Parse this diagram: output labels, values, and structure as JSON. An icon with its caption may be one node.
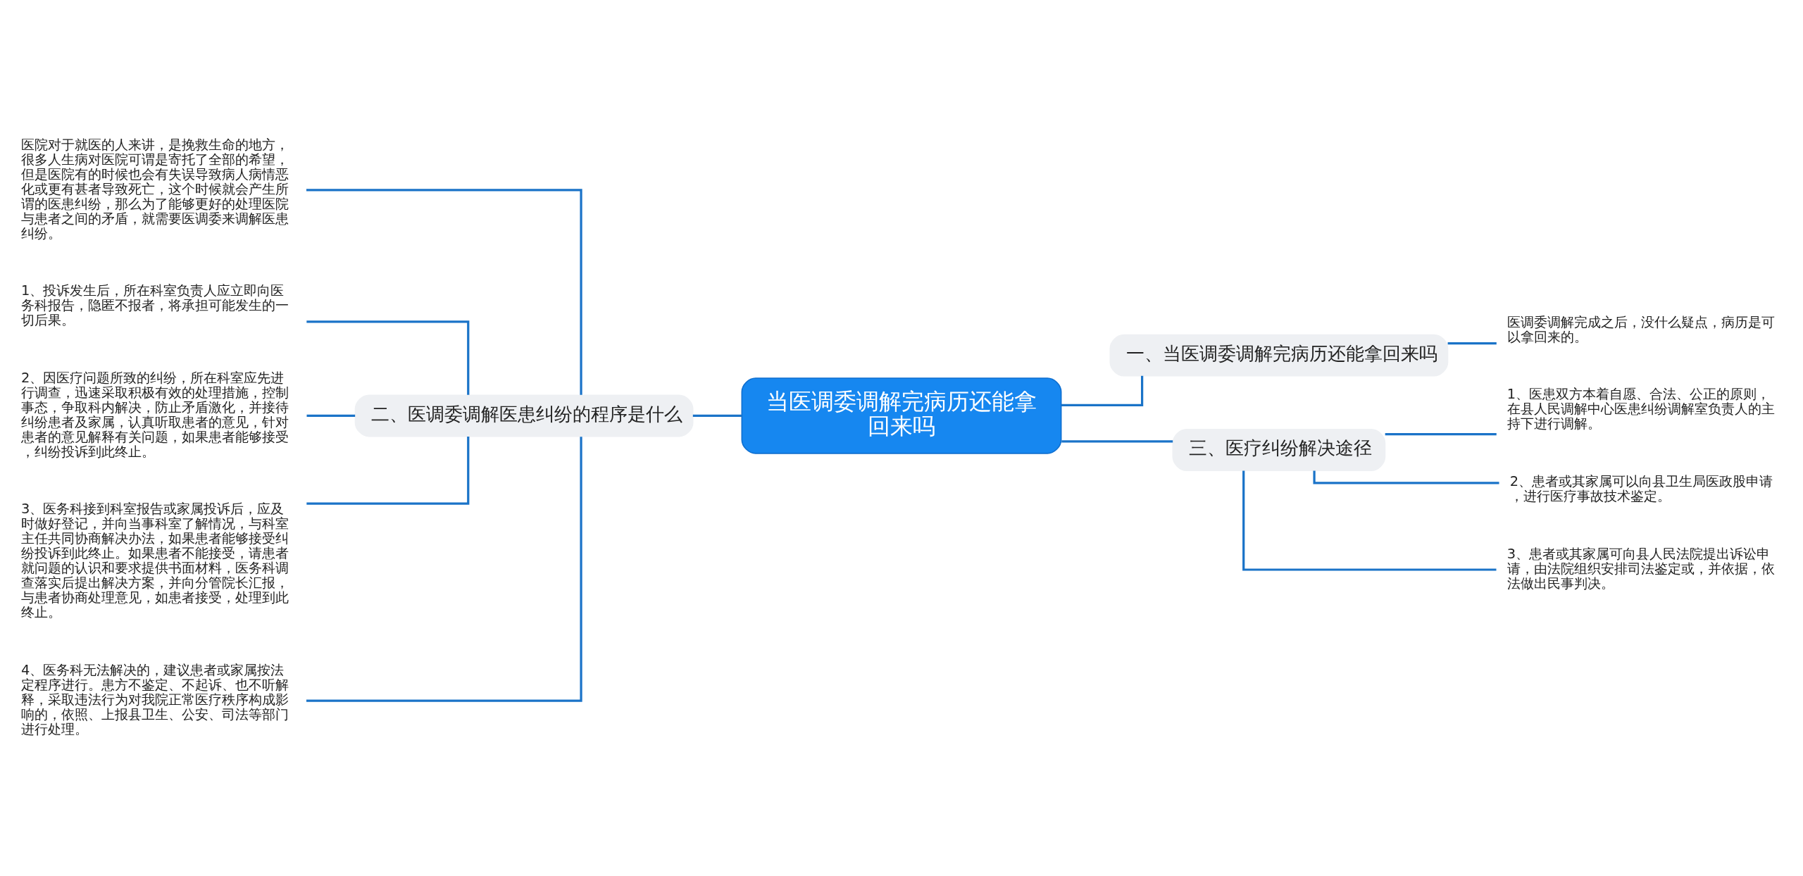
{
  "diagram": {
    "nodes": [
      {
        "text": [
          "当医调委调解完病历还能拿回来吗"
        ]
      },
      {
        "text": [
          "二、医调委调解医患纠纷的程序是什么"
        ]
      },
      {
        "text": [
          "医院对于就医的人来讲，是挽救生命的地方，很多人生病对医院可谓是寄托了全部的希望，但是医院有的时候也会有失误导致病人病情恶化或更有甚者导致死亡，这个时候就会产生所谓的医患纠纷，那么为了能够更好的处理医院与患者之间的矛盾，就需要医调委来调解医患纠纷。"
        ]
      },
      {
        "text": [
          "1、投诉发生后，所在科室负责人应立即向医务科报告，隐匿不报者，将承担可能发生的一切后果。"
        ]
      },
      {
        "text": [
          "2、因医疗问题所致的纠纷，所在科室应先进行调查，迅速采取积极有效的处理措施，控制事态，争取科内解决，防止矛盾激化，并接待纠纷患者及家属，认真听取患者的意见，针对患者的意见解释有关问题，如果患者能够接受，纠纷投诉到此终止。"
        ]
      },
      {
        "text": [
          "3、医务科接到科室报告或家属投诉后，应及时做好登记，并向当事科室了解情况，与科室主任共同协商解决办法，如果患者能够接受纠纷投诉到此终止。如果患者不能接受，请患者就问题的认识和要求提供书面材料，医务科调查落实后提出解决方案，并向分管院长汇报，与患者协商处理意见，如患者接受，处理到此终止。"
        ]
      },
      {
        "text": [
          "4、医务科无法解决的，建议患者或家属按法定程序进行。患方不鉴定、不起诉、也不听解释，采取违法行为对我院正常医疗秩序构成影响的，依照、上报县卫生、公安、司法等部门进行处理。"
        ]
      },
      {
        "text": [
          "一、当医调委调解完病历还能拿回来吗"
        ]
      },
      {
        "text": [
          "医调委调解完成之后，没什么疑点，病历是可以拿回来的。"
        ]
      },
      {
        "text": [
          "三、医疗纠纷解决途径"
        ]
      },
      {
        "text": [
          "1、医患双方本着自愿、合法、公正的原则，在县人民调解中心医患纠纷调解室负责人的主持下进行调解。"
        ]
      },
      {
        "text": [
          "2、患者或其家属可以向县卫生局医政股申请，进行医疗事故技术鉴定。"
        ]
      },
      {
        "text": [
          "3、患者或其家属可向县人民法院提出诉讼申请，由法院组织安排司法鉴定或，并依据，依法做出民事判决。"
        ]
      }
    ],
    "edges": [
      {
        "from": 0,
        "to": 1,
        "arrow": "none"
      },
      {
        "from": 1,
        "to": 2,
        "arrow": "none"
      },
      {
        "from": 1,
        "to": 3,
        "arrow": "none"
      },
      {
        "from": 1,
        "to": 4,
        "arrow": "none"
      },
      {
        "from": 1,
        "to": 5,
        "arrow": "none"
      },
      {
        "from": 1,
        "to": 6,
        "arrow": "none"
      },
      {
        "from": 0,
        "to": 7,
        "arrow": "none"
      },
      {
        "from": 7,
        "to": 8,
        "arrow": "none"
      },
      {
        "from": 0,
        "to": 9,
        "arrow": "none"
      },
      {
        "from": 9,
        "to": 10,
        "arrow": "none"
      },
      {
        "from": 9,
        "to": 11,
        "arrow": "none"
      },
      {
        "from": 9,
        "to": 12,
        "arrow": "none"
      }
    ]
  }
}
